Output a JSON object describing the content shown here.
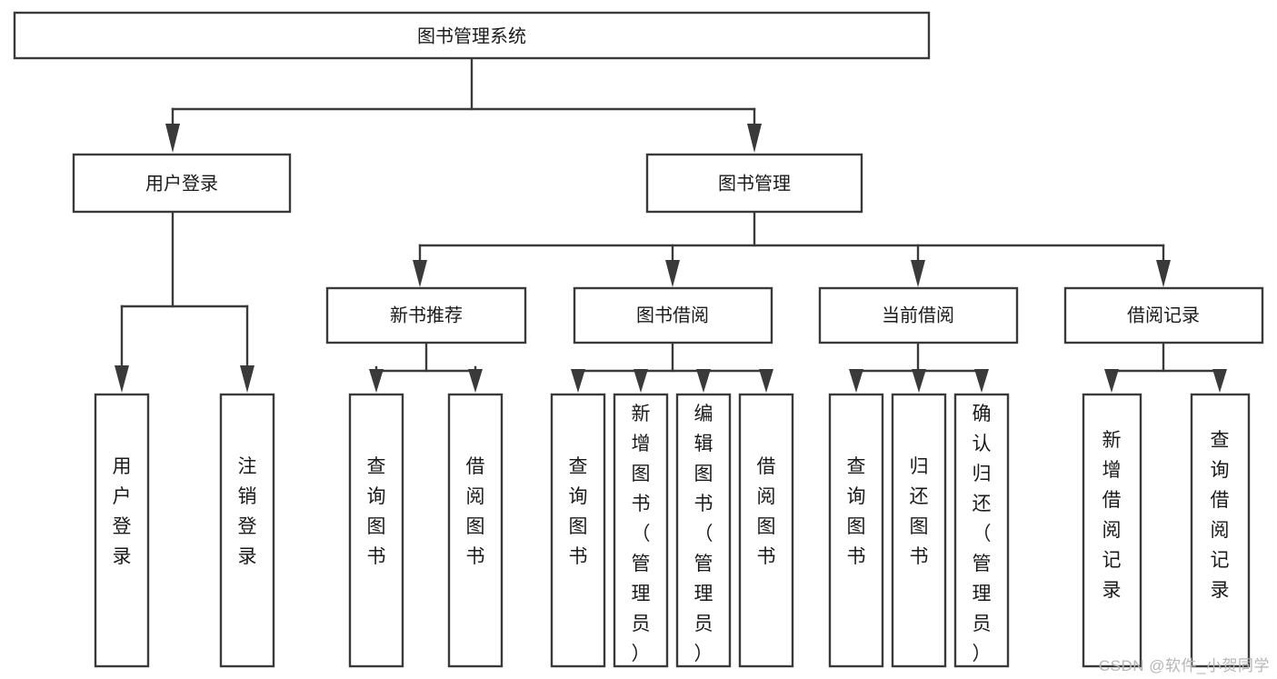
{
  "diagram": {
    "title": "图书管理系统",
    "watermark": "CSDN @软件_小贺同学",
    "stroke_color": "#3a3a3a",
    "text_color": "#1a1a1a",
    "background_color": "#ffffff",
    "watermark_color": "#b6b6b6",
    "root": {
      "id": "root",
      "label": "图书管理系统",
      "level": 0
    },
    "level1": [
      {
        "id": "user-login",
        "label": "用户登录"
      },
      {
        "id": "book-management",
        "label": "图书管理"
      }
    ],
    "level2": [
      {
        "id": "new-book-recommend",
        "label": "新书推荐",
        "parent": "book-management"
      },
      {
        "id": "book-borrow",
        "label": "图书借阅",
        "parent": "book-management"
      },
      {
        "id": "current-borrow",
        "label": "当前借阅",
        "parent": "book-management"
      },
      {
        "id": "borrow-record",
        "label": "借阅记录",
        "parent": "book-management"
      }
    ],
    "leaves": {
      "user-login": [
        {
          "id": "leaf-user-login",
          "label": "用户登录"
        },
        {
          "id": "leaf-user-logout",
          "label": "注销登录"
        }
      ],
      "new-book-recommend": [
        {
          "id": "leaf-query-book-1",
          "label": "查询图书"
        },
        {
          "id": "leaf-borrow-book-1",
          "label": "借阅图书"
        }
      ],
      "book-borrow": [
        {
          "id": "leaf-query-book-2",
          "label": "查询图书"
        },
        {
          "id": "leaf-add-book",
          "label": "新增图书（管理员）"
        },
        {
          "id": "leaf-edit-book",
          "label": "编辑图书（管理员）"
        },
        {
          "id": "leaf-borrow-book-2",
          "label": "借阅图书"
        }
      ],
      "current-borrow": [
        {
          "id": "leaf-query-book-3",
          "label": "查询图书"
        },
        {
          "id": "leaf-return-book",
          "label": "归还图书"
        },
        {
          "id": "leaf-confirm-return",
          "label": "确认归还（管理员）"
        }
      ],
      "borrow-record": [
        {
          "id": "leaf-add-record",
          "label": "新增借阅记录"
        },
        {
          "id": "leaf-query-record",
          "label": "查询借阅记录"
        }
      ]
    }
  }
}
